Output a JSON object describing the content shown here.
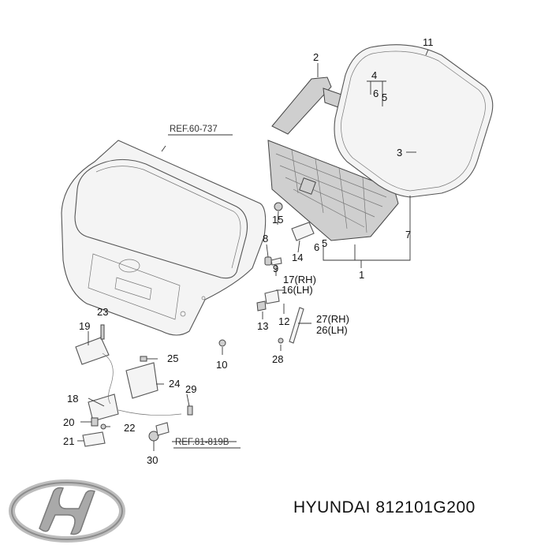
{
  "callouts": [
    {
      "id": "c1",
      "text": "1"
    },
    {
      "id": "c2",
      "text": "2"
    },
    {
      "id": "c3",
      "text": "3"
    },
    {
      "id": "c4",
      "text": "4"
    },
    {
      "id": "c5a",
      "text": "5"
    },
    {
      "id": "c6a",
      "text": "6"
    },
    {
      "id": "c5b",
      "text": "5"
    },
    {
      "id": "c6b",
      "text": "6"
    },
    {
      "id": "c7",
      "text": "7"
    },
    {
      "id": "c8",
      "text": "8"
    },
    {
      "id": "c9",
      "text": "9"
    },
    {
      "id": "c10",
      "text": "10"
    },
    {
      "id": "c11",
      "text": "11"
    },
    {
      "id": "c12",
      "text": "12"
    },
    {
      "id": "c13",
      "text": "13"
    },
    {
      "id": "c14",
      "text": "14"
    },
    {
      "id": "c15",
      "text": "15"
    },
    {
      "id": "c16",
      "text": "16(LH)"
    },
    {
      "id": "c17",
      "text": "17(RH)"
    },
    {
      "id": "c18",
      "text": "18"
    },
    {
      "id": "c19",
      "text": "19"
    },
    {
      "id": "c20",
      "text": "20"
    },
    {
      "id": "c21",
      "text": "21"
    },
    {
      "id": "c22",
      "text": "22"
    },
    {
      "id": "c23",
      "text": "23"
    },
    {
      "id": "c24",
      "text": "24"
    },
    {
      "id": "c25",
      "text": "25"
    },
    {
      "id": "c26",
      "text": "26(LH)"
    },
    {
      "id": "c27",
      "text": "27(RH)"
    },
    {
      "id": "c28",
      "text": "28"
    },
    {
      "id": "c29",
      "text": "29"
    },
    {
      "id": "c30",
      "text": "30"
    }
  ],
  "references": {
    "ref_tailgate": "REF.60-737",
    "ref_lock": "REF.81-819B"
  },
  "footer": {
    "brand": "HYUNDAI",
    "part_number": "812101G200",
    "logo_icon": "hyundai-logo-icon"
  },
  "colors": {
    "line": "#555555",
    "text": "#111111"
  }
}
